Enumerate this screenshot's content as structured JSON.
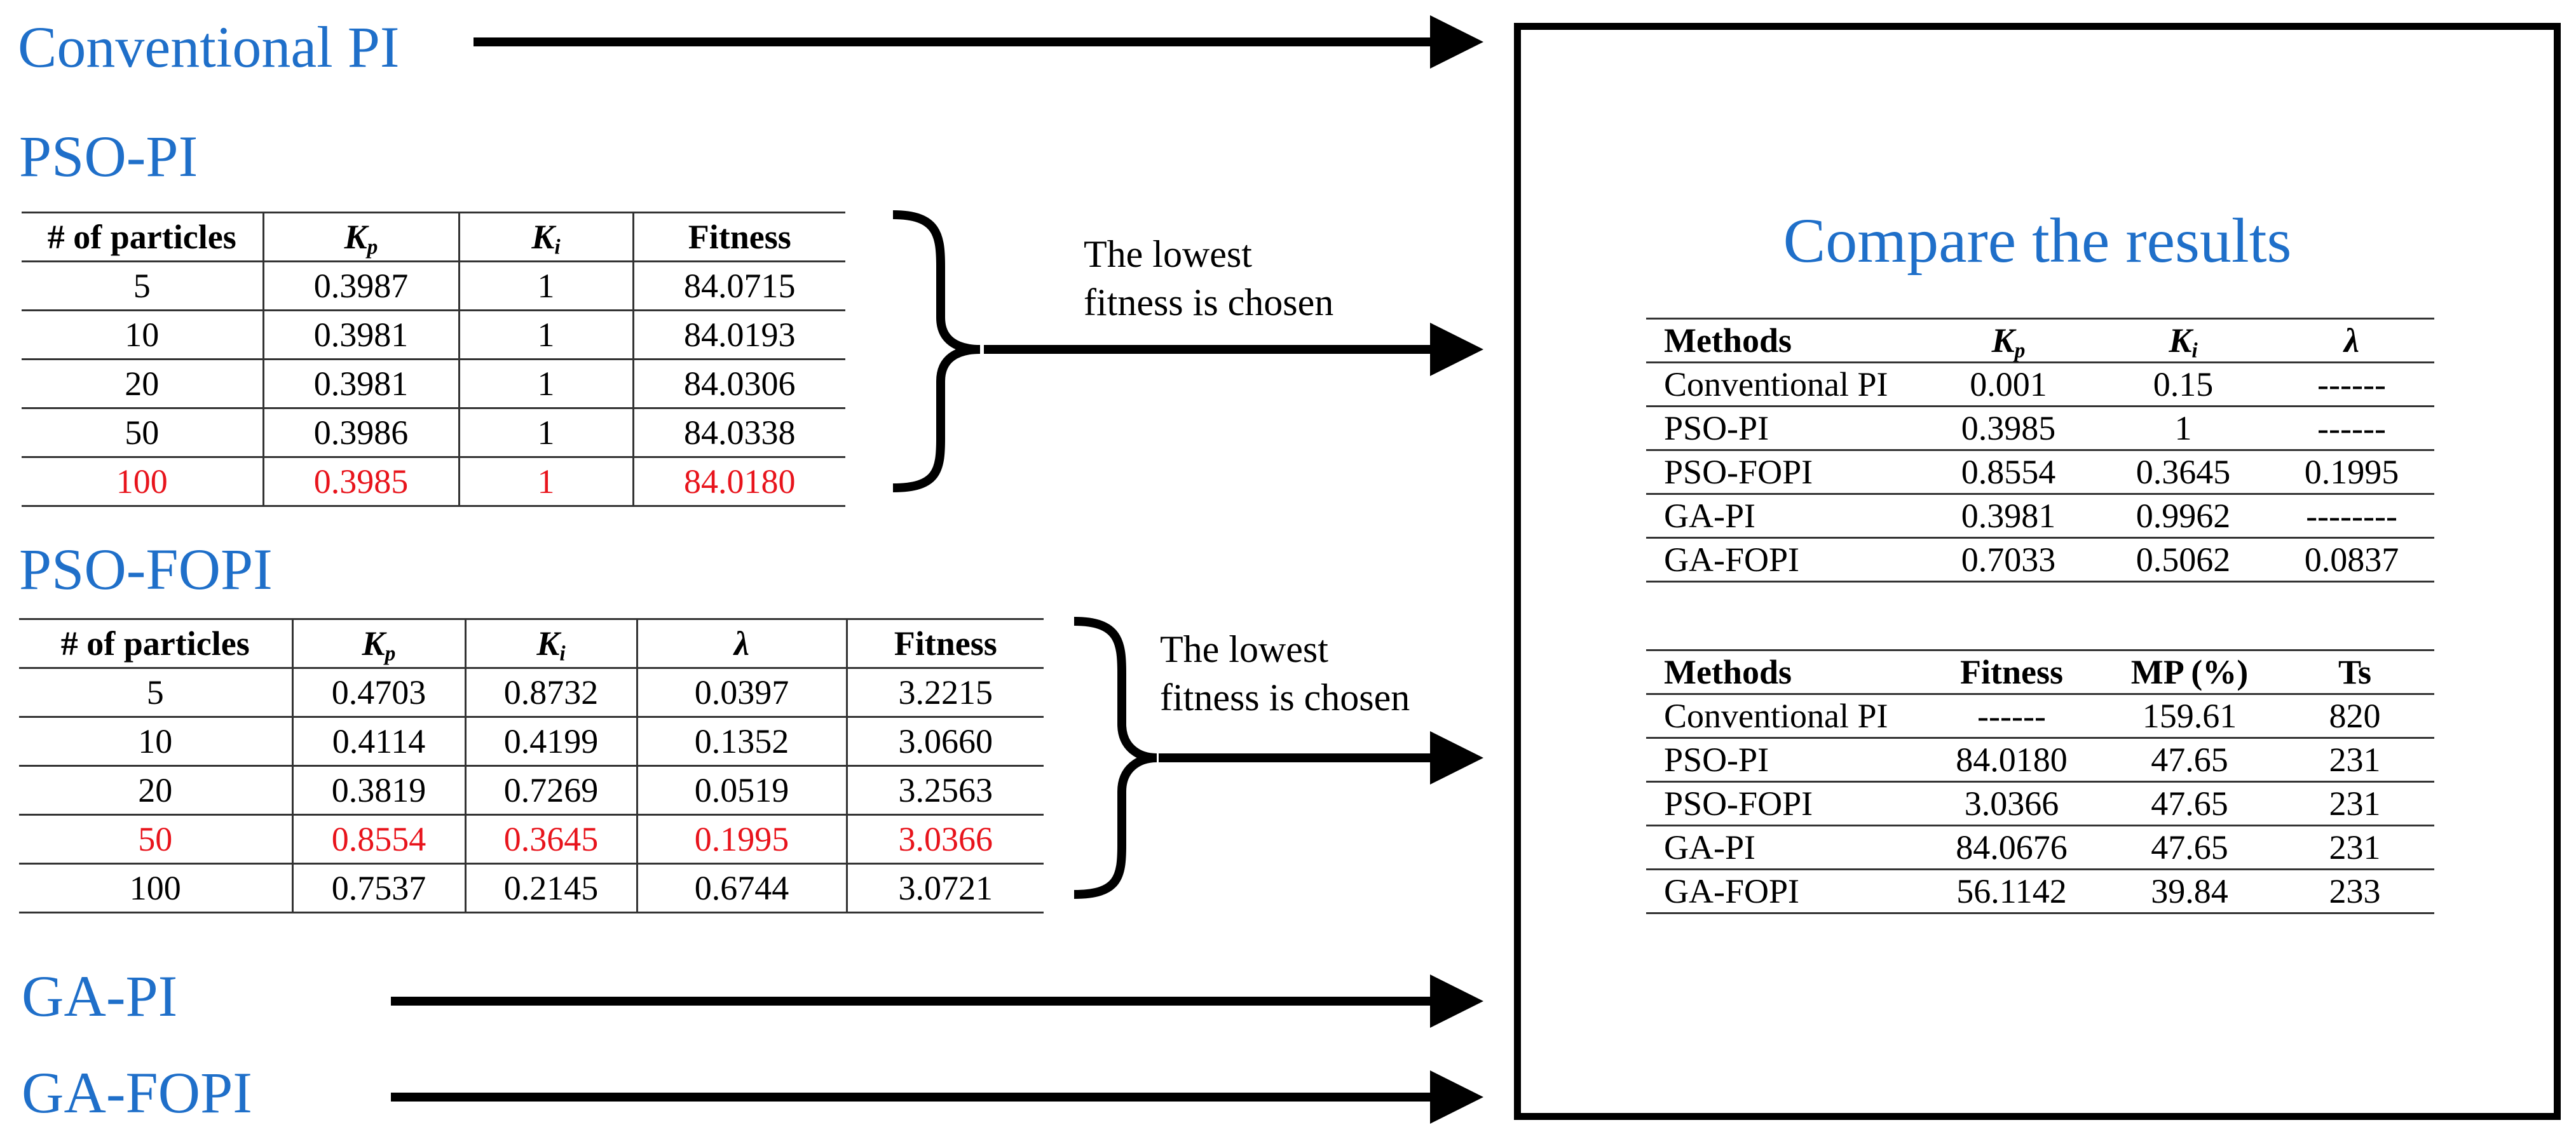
{
  "methods": {
    "conventional_pi": "Conventional PI",
    "pso_pi": "PSO-PI",
    "pso_fopi": "PSO-FOPI",
    "ga_pi": "GA-PI",
    "ga_fopi": "GA-FOPI"
  },
  "symbols": {
    "kp_base": "K",
    "kp_sub": "p",
    "ki_base": "K",
    "ki_sub": "i",
    "lambda": "λ"
  },
  "pso_pi_table": {
    "headers": {
      "particles": "# of particles",
      "fitness": "Fitness"
    },
    "rows": [
      {
        "particles": "5",
        "kp": "0.3987",
        "ki": "1",
        "fitness": "84.0715"
      },
      {
        "particles": "10",
        "kp": "0.3981",
        "ki": "1",
        "fitness": "84.0193"
      },
      {
        "particles": "20",
        "kp": "0.3981",
        "ki": "1",
        "fitness": "84.0306"
      },
      {
        "particles": "50",
        "kp": "0.3986",
        "ki": "1",
        "fitness": "84.0338"
      },
      {
        "particles": "100",
        "kp": "0.3985",
        "ki": "1",
        "fitness": "84.0180"
      }
    ],
    "highlight_row": 4
  },
  "pso_fopi_table": {
    "headers": {
      "particles": "# of particles",
      "fitness": "Fitness"
    },
    "rows": [
      {
        "particles": "5",
        "kp": "0.4703",
        "ki": "0.8732",
        "lambda": "0.0397",
        "fitness": "3.2215"
      },
      {
        "particles": "10",
        "kp": "0.4114",
        "ki": "0.4199",
        "lambda": "0.1352",
        "fitness": "3.0660"
      },
      {
        "particles": "20",
        "kp": "0.3819",
        "ki": "0.7269",
        "lambda": "0.0519",
        "fitness": "3.2563"
      },
      {
        "particles": "50",
        "kp": "0.8554",
        "ki": "0.3645",
        "lambda": "0.1995",
        "fitness": "3.0366"
      },
      {
        "particles": "100",
        "kp": "0.7537",
        "ki": "0.2145",
        "lambda": "0.6744",
        "fitness": "3.0721"
      }
    ],
    "highlight_row": 3
  },
  "notes": {
    "pso_pi": {
      "line1": "The lowest",
      "line2": "fitness is chosen"
    },
    "pso_fopi": {
      "line1": "The lowest",
      "line2": "fitness is chosen"
    }
  },
  "results": {
    "title": "Compare the results",
    "params_table": {
      "headers": {
        "methods": "Methods"
      },
      "rows": [
        {
          "method": "Conventional PI",
          "kp": "0.001",
          "ki": "0.15",
          "lambda": "------"
        },
        {
          "method": "PSO-PI",
          "kp": "0.3985",
          "ki": "1",
          "lambda": "------"
        },
        {
          "method": "PSO-FOPI",
          "kp": "0.8554",
          "ki": "0.3645",
          "lambda": "0.1995"
        },
        {
          "method": "GA-PI",
          "kp": "0.3981",
          "ki": "0.9962",
          "lambda": "--------"
        },
        {
          "method": "GA-FOPI",
          "kp": "0.7033",
          "ki": "0.5062",
          "lambda": "0.0837"
        }
      ]
    },
    "perf_table": {
      "headers": {
        "methods": "Methods",
        "fitness": "Fitness",
        "mp": "MP (%)",
        "ts": "Ts"
      },
      "rows": [
        {
          "method": "Conventional PI",
          "fitness": "------",
          "mp": "159.61",
          "ts": "820"
        },
        {
          "method": "PSO-PI",
          "fitness": "84.0180",
          "mp": "47.65",
          "ts": "231"
        },
        {
          "method": "PSO-FOPI",
          "fitness": "3.0366",
          "mp": "47.65",
          "ts": "231"
        },
        {
          "method": "GA-PI",
          "fitness": "84.0676",
          "mp": "47.65",
          "ts": "231"
        },
        {
          "method": "GA-FOPI",
          "fitness": "56.1142",
          "mp": "39.84",
          "ts": "233"
        }
      ]
    }
  },
  "colors": {
    "label_blue": "#1f6fc9",
    "highlight_red": "#e8141c"
  }
}
